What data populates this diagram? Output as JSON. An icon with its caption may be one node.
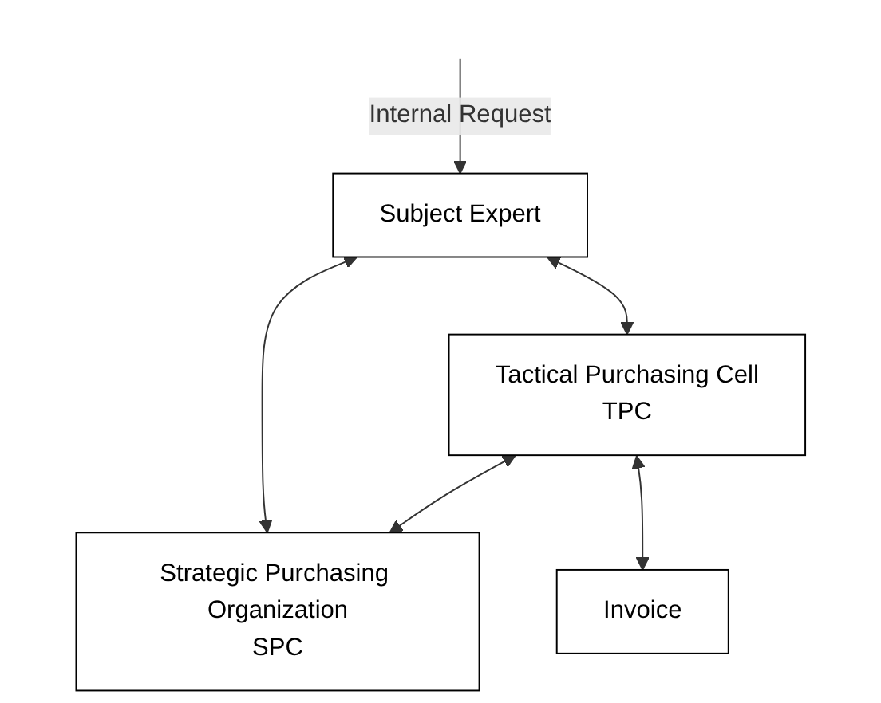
{
  "diagram": {
    "nodes": [
      {
        "text": [
          "Subject Expert"
        ]
      },
      {
        "text": [
          "Strategic Purchasing Organization",
          "SPC"
        ]
      },
      {
        "text": [
          "Tactical Purchasing Cell",
          "TPC"
        ]
      },
      {
        "text": [
          "Invoice"
        ]
      }
    ],
    "edges": [
      {
        "from": null,
        "to": 0,
        "arrow": "to",
        "label": "Internal Request"
      },
      {
        "from": 0,
        "to": 1,
        "arrow": "both"
      },
      {
        "from": 0,
        "to": 2,
        "arrow": "both"
      },
      {
        "from": 2,
        "to": 1,
        "arrow": "both"
      },
      {
        "from": 2,
        "to": 3,
        "arrow": "both"
      }
    ]
  }
}
